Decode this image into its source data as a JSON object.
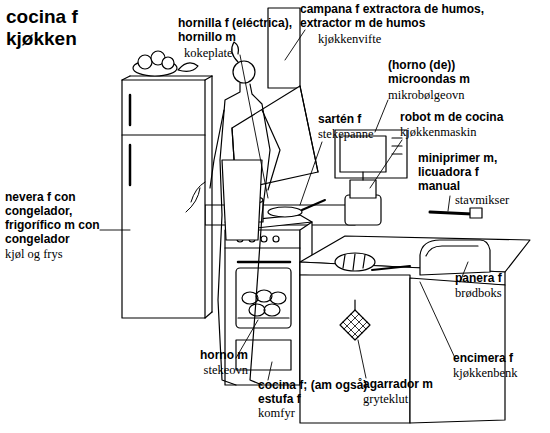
{
  "diagram": {
    "title": "cocina f kjøkken",
    "labels": [
      "hornilla f (eléctrica), hornillo m",
      "kokeplate",
      "campana f extractora de humos, extractor m de humos",
      "kjøkkenvifte",
      "(horno (de)) microondas m",
      "mikrobølgeovn",
      "sartén f",
      "stekepanne",
      "robot m de cocina",
      "kjøkkenmaskin",
      "miniprimer m, licuadora f manual",
      "stavmikser",
      "nevera f con congelador, frigorífico m con congelador",
      "kjøl og frys",
      "panera f",
      "brødboks",
      "horno m",
      "stekeovn",
      "cocina f; (am også) estufa f",
      "komfyr",
      "agarrador m",
      "gryteklut",
      "encimera f",
      "kjøkkenbenk"
    ]
  }
}
